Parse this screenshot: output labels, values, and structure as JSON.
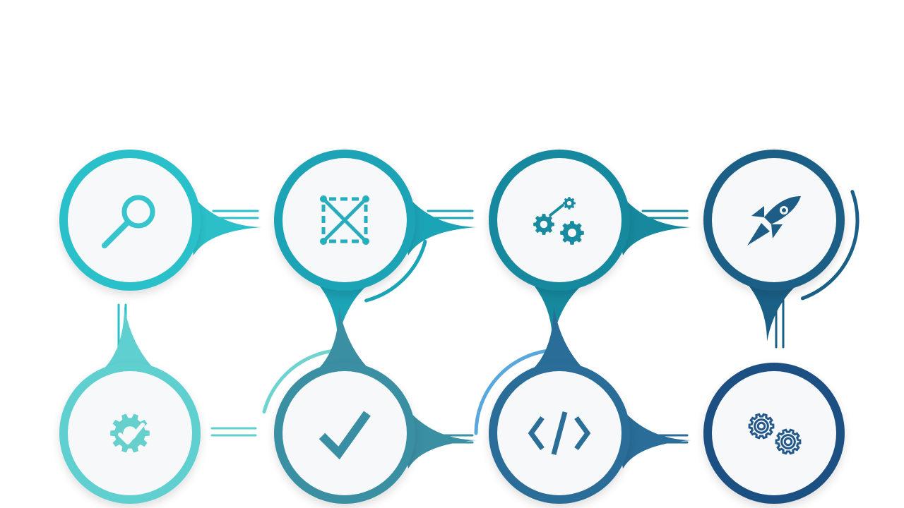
{
  "colors": {
    "background": "#ffffff",
    "node_fill": "#f6f8f9",
    "node_shadow": "#dfe6ea"
  },
  "nodes": [
    {
      "id": "research",
      "icon": "magnifier-icon",
      "ring_color": "#2bc0c9",
      "icon_color": "#37c4cc"
    },
    {
      "id": "wireframe",
      "icon": "wireframe-icon",
      "ring_color": "#1ba3b6",
      "icon_color": "#27aebd"
    },
    {
      "id": "connected-gears",
      "icon": "connected-gears-icon",
      "ring_color": "#16899f",
      "icon_color": "#188ba0"
    },
    {
      "id": "launch",
      "icon": "rocket-icon",
      "ring_color": "#1a5f86",
      "icon_color": "#1e5d86"
    },
    {
      "id": "quality-badge",
      "icon": "badge-check-icon",
      "ring_color": "#5fcfcf",
      "icon_color": "#66d0cc"
    },
    {
      "id": "approve",
      "icon": "checkmark-icon",
      "ring_color": "#3b8fa3",
      "icon_color": "#3a8ea3"
    },
    {
      "id": "develop",
      "icon": "code-icon",
      "ring_color": "#296d98",
      "icon_color": "#2b6f98"
    },
    {
      "id": "configure",
      "icon": "gears-icon",
      "ring_color": "#1d4f82",
      "icon_color": "#22588a"
    }
  ]
}
